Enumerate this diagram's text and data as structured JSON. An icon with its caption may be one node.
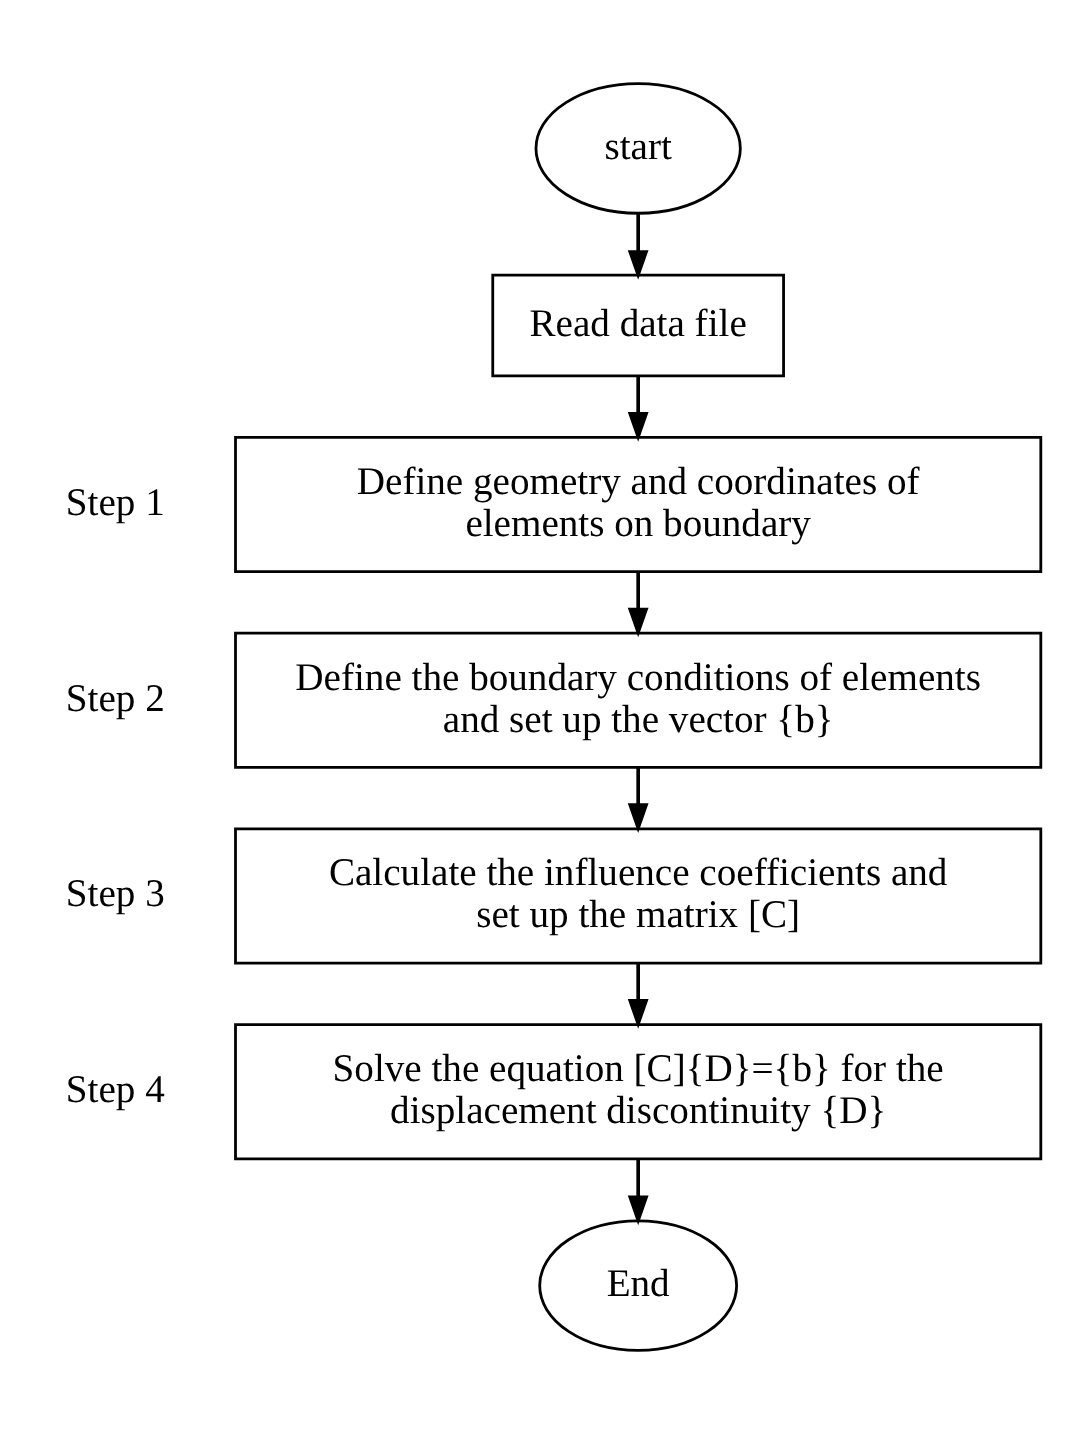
{
  "diagram": {
    "nodes": [
      {
        "text": [
          "start"
        ]
      },
      {
        "text": [
          "Read data file"
        ]
      },
      {
        "text": [
          "Define geometry and coordinates of elements on boundary"
        ],
        "beside": [
          "Step 1"
        ]
      },
      {
        "text": [
          "Define the boundary conditions of elements and set up the vector {b}"
        ],
        "beside": [
          "Step 2"
        ]
      },
      {
        "text": [
          "Calculate the influence coefficients and set up the matrix [C]"
        ],
        "beside": [
          "Step 3"
        ]
      },
      {
        "text": [
          "Solve the equation [C]{D}={b} for the displacement discontinuity {D}"
        ],
        "beside": [
          "Step 4"
        ]
      },
      {
        "text": [
          "End"
        ]
      }
    ],
    "edges": [
      {
        "from": 0,
        "to": 1,
        "arrow": "to"
      },
      {
        "from": 1,
        "to": 2,
        "arrow": "to"
      },
      {
        "from": 2,
        "to": 3,
        "arrow": "to"
      },
      {
        "from": 3,
        "to": 4,
        "arrow": "to"
      },
      {
        "from": 4,
        "to": 5,
        "arrow": "to"
      },
      {
        "from": 5,
        "to": 6,
        "arrow": "to"
      }
    ]
  }
}
